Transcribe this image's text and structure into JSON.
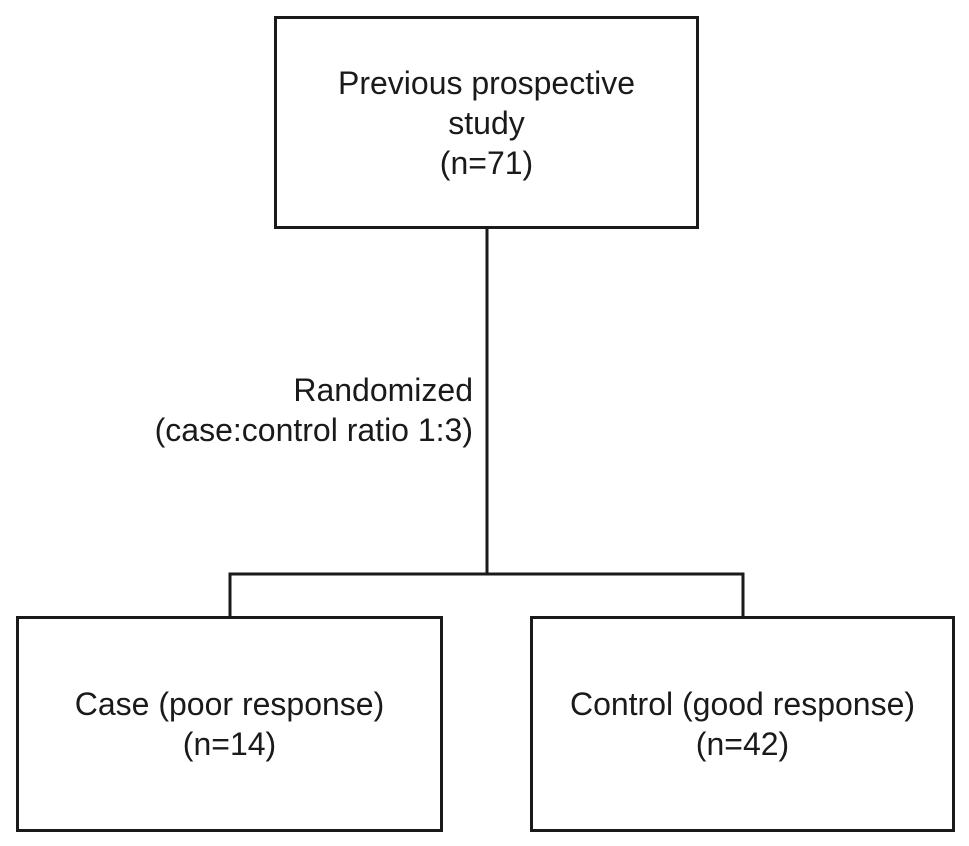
{
  "nodes": {
    "source": {
      "line1": "Previous prospective",
      "line2": "study",
      "line3": "(n=71)"
    },
    "case": {
      "line1": "Case (poor response)",
      "line2": "(n=14)"
    },
    "control": {
      "line1": "Control (good response)",
      "line2": "(n=42)"
    }
  },
  "edge_label": {
    "line1": "Randomized",
    "line2": "(case:control ratio 1:3)"
  }
}
